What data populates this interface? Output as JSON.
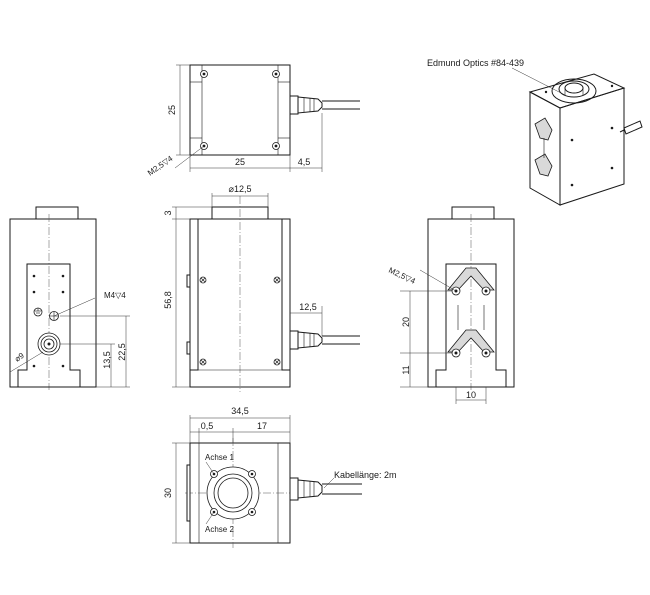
{
  "dimensions": {
    "top_height": "25",
    "top_width": "25",
    "top_offset": "4,5",
    "top_hole": "M2,5▽4",
    "front_bump_dia": "⌀12,5",
    "front_bump_height": "3",
    "front_height": "56,8",
    "front_cable_offset": "12,5",
    "left_hole": "M4▽4",
    "left_connector_dia": "⌀9",
    "left_dim1": "13,5",
    "left_dim2": "22,5",
    "right_hole": "M2,5▽4",
    "right_dim1": "20",
    "right_dim2": "11",
    "right_dim3": "10",
    "bottom_width": "34,5",
    "bottom_left": "0,5",
    "bottom_right": "17",
    "bottom_height": "30"
  },
  "labels": {
    "axis1": "Achse 1",
    "axis2": "Achse 2",
    "cable_length": "Kabellänge: 2m",
    "product_callout": "Edmund Optics #84-439"
  }
}
